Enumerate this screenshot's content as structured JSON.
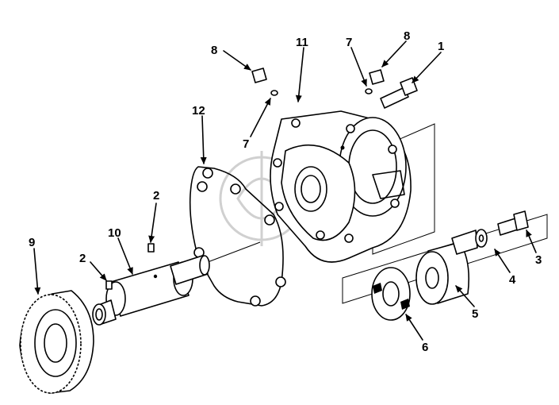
{
  "diagram": {
    "callouts": [
      {
        "id": "c1",
        "text": "1"
      },
      {
        "id": "c2a",
        "text": "2"
      },
      {
        "id": "c2b",
        "text": "2"
      },
      {
        "id": "c3",
        "text": "3"
      },
      {
        "id": "c4",
        "text": "4"
      },
      {
        "id": "c5",
        "text": "5"
      },
      {
        "id": "c6",
        "text": "6"
      },
      {
        "id": "c7a",
        "text": "7"
      },
      {
        "id": "c7b",
        "text": "7"
      },
      {
        "id": "c8a",
        "text": "8"
      },
      {
        "id": "c8b",
        "text": "8"
      },
      {
        "id": "c9",
        "text": "9"
      },
      {
        "id": "c10",
        "text": "10"
      },
      {
        "id": "c11",
        "text": "11"
      },
      {
        "id": "c12",
        "text": "12"
      }
    ]
  }
}
